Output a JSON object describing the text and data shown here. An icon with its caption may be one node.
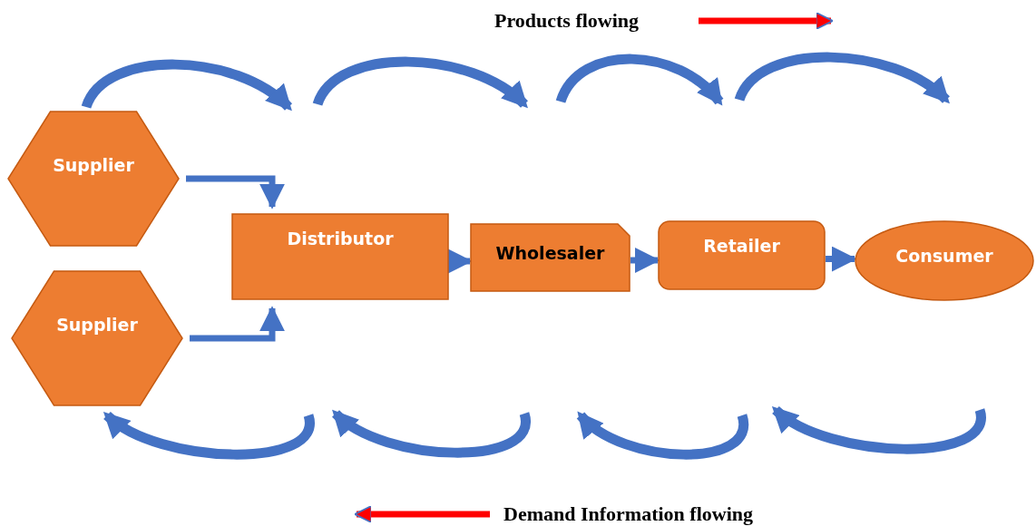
{
  "diagram": {
    "nodes": [
      {
        "text": [
          "Supplier"
        ]
      },
      {
        "text": [
          "Supplier"
        ]
      },
      {
        "text": [
          "Distributor"
        ]
      },
      {
        "text": [
          "Wholesaler"
        ]
      },
      {
        "text": [
          "Retailer"
        ]
      },
      {
        "text": [
          "Consumer"
        ]
      }
    ],
    "edges": [
      {
        "from": 0,
        "to": 2,
        "arrow": "to"
      },
      {
        "from": 1,
        "to": 2,
        "arrow": "to"
      },
      {
        "from": 2,
        "to": 3,
        "arrow": "to"
      },
      {
        "from": 3,
        "to": 4,
        "arrow": "to"
      },
      {
        "from": 4,
        "to": 5,
        "arrow": "to"
      }
    ],
    "labels": [
      "Products flowing",
      "Demand Information flowing"
    ]
  }
}
